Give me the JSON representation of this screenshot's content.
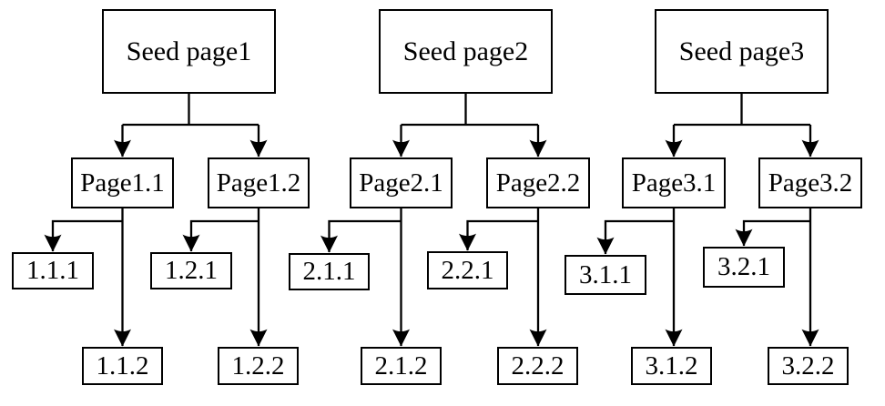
{
  "diagram": {
    "background_color": "#ffffff",
    "line_color": "#000000",
    "box_fill": "#ffffff",
    "box_border_color": "#000000",
    "trees": [
      {
        "seed": {
          "label": "Seed page1"
        },
        "pages": [
          {
            "label": "Page1.1",
            "children": [
              {
                "label": "1.1.1"
              },
              {
                "label": "1.1.2"
              }
            ]
          },
          {
            "label": "Page1.2",
            "children": [
              {
                "label": "1.2.1"
              },
              {
                "label": "1.2.2"
              }
            ]
          }
        ]
      },
      {
        "seed": {
          "label": "Seed page2"
        },
        "pages": [
          {
            "label": "Page2.1",
            "children": [
              {
                "label": "2.1.1"
              },
              {
                "label": "2.1.2"
              }
            ]
          },
          {
            "label": "Page2.2",
            "children": [
              {
                "label": "2.2.1"
              },
              {
                "label": "2.2.2"
              }
            ]
          }
        ]
      },
      {
        "seed": {
          "label": "Seed page3"
        },
        "pages": [
          {
            "label": "Page3.1",
            "children": [
              {
                "label": "3.1.1"
              },
              {
                "label": "3.1.2"
              }
            ]
          },
          {
            "label": "Page3.2",
            "children": [
              {
                "label": "3.2.1"
              },
              {
                "label": "3.2.2"
              }
            ]
          }
        ]
      }
    ]
  }
}
